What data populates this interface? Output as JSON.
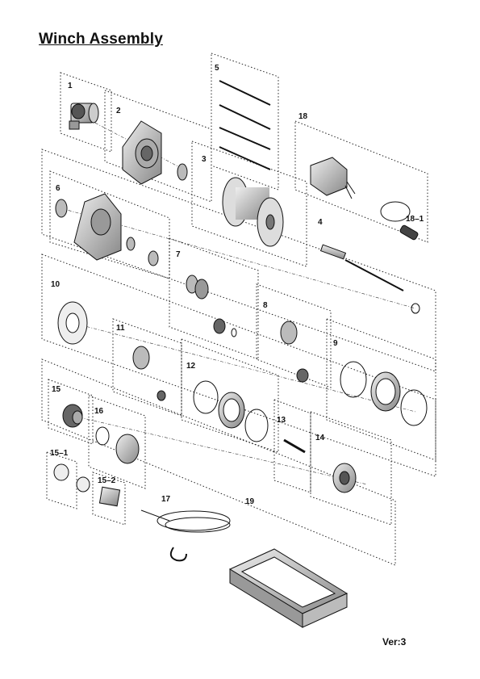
{
  "title": "Winch Assembly",
  "version": "Ver:3",
  "callouts": [
    "1",
    "2",
    "3",
    "4",
    "5",
    "6",
    "7",
    "8",
    "9",
    "10",
    "11",
    "12",
    "13",
    "14",
    "15",
    "15–1",
    "15–2",
    "16",
    "17",
    "18",
    "18–1",
    "19"
  ]
}
